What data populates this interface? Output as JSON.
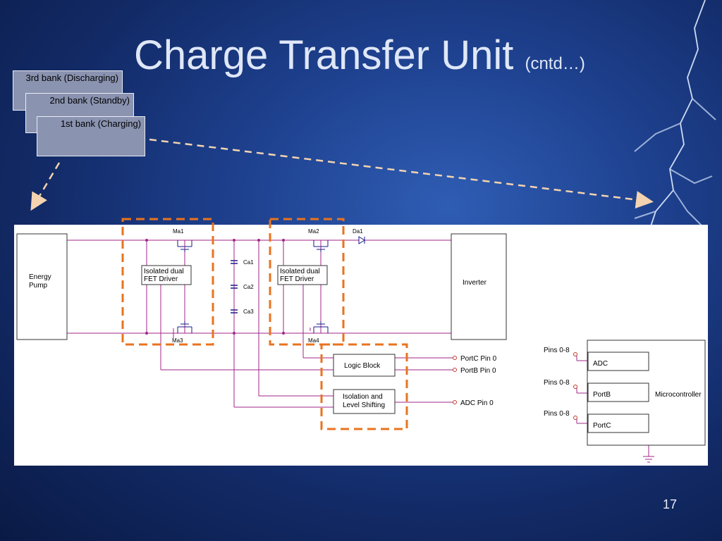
{
  "slide": {
    "title": "Charge Transfer Unit",
    "subtitle": "(cntd…)",
    "page_number": "17"
  },
  "banks": [
    {
      "label": "3rd bank (Discharging)"
    },
    {
      "label": "2nd bank (Standby)"
    },
    {
      "label": "1st bank (Charging)"
    }
  ],
  "schematic": {
    "energy_pump": [
      "Energy",
      "Pump"
    ],
    "inverter": "Inverter",
    "fet_driver_1": [
      "Isolated dual",
      "FET Driver"
    ],
    "fet_driver_2": [
      "Isolated dual",
      "FET Driver"
    ],
    "transistors": {
      "ma1": "Ma1",
      "ma2": "Ma2",
      "ma3": "Ma3",
      "ma4": "Ma4"
    },
    "diode": "Da1",
    "capacitors": {
      "ca1": "Ca1",
      "ca2": "Ca2",
      "ca3": "Ca3"
    },
    "logic_block": "Logic Block",
    "isolation_block": [
      "Isolation and",
      "Level Shifting"
    ],
    "ports": {
      "portc_pin": "PortC Pin 0",
      "portb_pin": "PortB Pin 0",
      "adc_pin": "ADC Pin 0"
    },
    "microcontroller": {
      "label": "Microcontroller",
      "adc": "ADC",
      "portb": "PortB",
      "portc": "PortC",
      "pins_1": "Pins 0-8",
      "pins_2": "Pins 0-8",
      "pins_3": "Pins 0-8"
    }
  },
  "colors": {
    "wire": "#a0268a",
    "dashed_highlight": "#e8731f",
    "arrow": "#f3d3b0"
  }
}
